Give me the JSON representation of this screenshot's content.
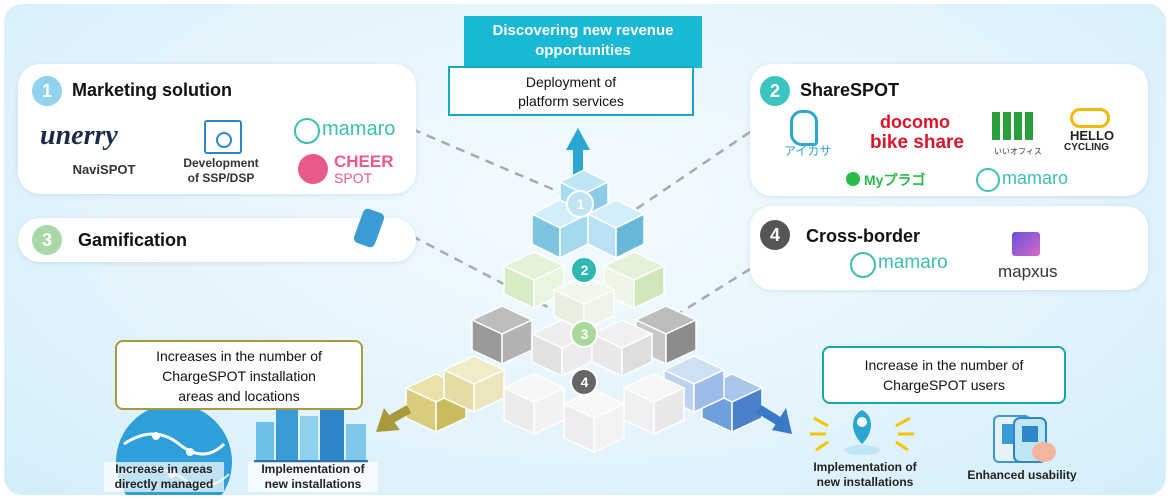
{
  "top": {
    "banner": [
      "Discovering new revenue",
      "opportunities"
    ],
    "box": [
      "Deployment of",
      "platform services"
    ]
  },
  "cards": {
    "marketing": {
      "number": "1",
      "title": "Marketing solution",
      "unerry_logo": "unerry",
      "navispot": "NaviSPOT",
      "ssp_dsp": [
        "Development",
        "of SSP/DSP"
      ],
      "mamaro": "mamaro",
      "cheer": "CHEER",
      "cheer_spot": "SPOT"
    },
    "sharespot": {
      "number": "2",
      "title": "ShareSPOT",
      "aikasa": "アイカサ",
      "docomo": "docomo",
      "bikeshare": "bike share",
      "iioffice": "いいオフィス",
      "hello": "HELLO",
      "cycling": "CYCLING",
      "myplug": "Myプラゴ",
      "mamaro": "mamaro"
    },
    "gamification": {
      "number": "3",
      "title": "Gamification"
    },
    "crossborder": {
      "number": "4",
      "title": "Cross-border",
      "mamaro": "mamaro",
      "mapxus": "mapxus"
    }
  },
  "pyramid_labels": [
    "1",
    "2",
    "3",
    "4"
  ],
  "left": {
    "box": [
      "Increases in the number of",
      "ChargeSPOT installation",
      "areas and locations"
    ],
    "item1": [
      "Increase in areas",
      "directly managed"
    ],
    "item2": [
      "Implementation of",
      "new installations"
    ]
  },
  "right": {
    "box": [
      "Increase in the number of",
      "ChargeSPOT users"
    ],
    "item1": [
      "Implementation of",
      "new installations"
    ],
    "item2": [
      "Enhanced usability"
    ]
  },
  "colors": {
    "teal": "#19b8d4",
    "card1_num": "#8fd3ee",
    "card2_num": "#3cc4c0",
    "card3_num": "#a8d8a8",
    "card4_num": "#555555",
    "olive": "#a89a3c",
    "blue_arrow": "#3a78c8"
  }
}
